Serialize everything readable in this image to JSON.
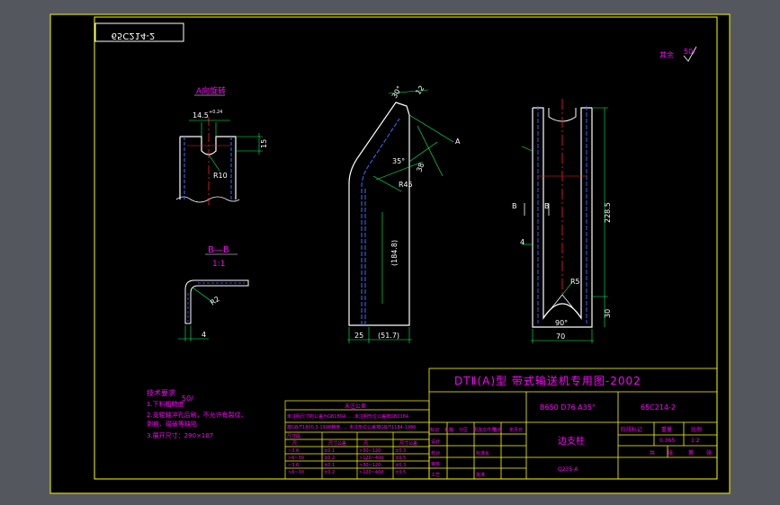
{
  "colors": {
    "background": "#54585e",
    "canvas": "#000000",
    "frame": "#ffff00",
    "geometry": "#ffffff",
    "hidden_line": "#3f6bff",
    "center_line": "#ff2020",
    "dimension": "#00ff66",
    "text": "#ff00ff"
  },
  "drawing_number_mirrored": "65C214-2",
  "roughness": {
    "label": "其余",
    "value": "50/"
  },
  "views": {
    "view_a": {
      "title": "A向旋转",
      "dims": {
        "width": "14.5",
        "tolerance": "+0.24",
        "depth": "15",
        "radius": "R10"
      }
    },
    "section_bb": {
      "title": "B—B",
      "scale": "1:1",
      "dims": {
        "radius": "R2",
        "thickness": "4"
      }
    },
    "side_view": {
      "dims": {
        "angle": "35°",
        "bend_radius": "R45",
        "top": "12",
        "top_angle": "30°",
        "mid": "38",
        "height": "(184.8)",
        "bottom_a": "25",
        "bottom_b": "(51.7)",
        "arrow": "A"
      }
    },
    "front_view": {
      "dims": {
        "height": "228.5",
        "offset": "30",
        "radius": "R5",
        "angle": "90°",
        "width": "70",
        "section_mark": "B",
        "thk": "4"
      }
    }
  },
  "tech_notes": {
    "title": "技术要求",
    "lines": [
      "1.下料粗糙度",
      "2.支辊轴冲孔后刷，不允许有裂纹、",
      "   剥痕、碰破等缺陷",
      "3.展开尺寸：290×107"
    ],
    "roughness": "50/"
  },
  "table": {
    "title": "未注公差",
    "note1": "未注明尺寸的公差为GB1804……未注明形位公差按GB1184",
    "note2": "按GB/T1800.3-1998精度…，未注形位公差按GB/T1184-1996",
    "head": "尺寸段",
    "cols": [
      "尺",
      "尺寸公差",
      "尺",
      "尺寸公差"
    ],
    "rows": [
      [
        "~3.6",
        "±0.1",
        ">30~120",
        "±0.3"
      ],
      [
        ">6~30",
        "±0.2",
        ">120~400",
        "±0.5"
      ],
      [
        "~3.6",
        "±0.1",
        ">30~120",
        "±0.3"
      ],
      [
        ">6~30",
        "±0.2",
        ">120~400",
        "±0.5"
      ]
    ]
  },
  "title_block": {
    "main_title": "DTⅡ(A)型  带式输送机专用图-2002",
    "spec": "B650 D76 A35°",
    "drawing_no": "65C214-2",
    "part_name": "边支柱",
    "material": "Q235-A",
    "stage_label": "阶段标记",
    "mass_label": "重量",
    "scale_label": "比例",
    "mass": "0.365",
    "scale": "1:2",
    "sheet_label": "共",
    "sheet_word": "张",
    "sheet_of": "第",
    "rev_cols": [
      "标记",
      "处数",
      "分区",
      "更改文件号",
      "签名",
      "年月日"
    ],
    "rows_labels": [
      "设计",
      "校对",
      "审核",
      "工艺",
      "标准化",
      "批准"
    ]
  }
}
